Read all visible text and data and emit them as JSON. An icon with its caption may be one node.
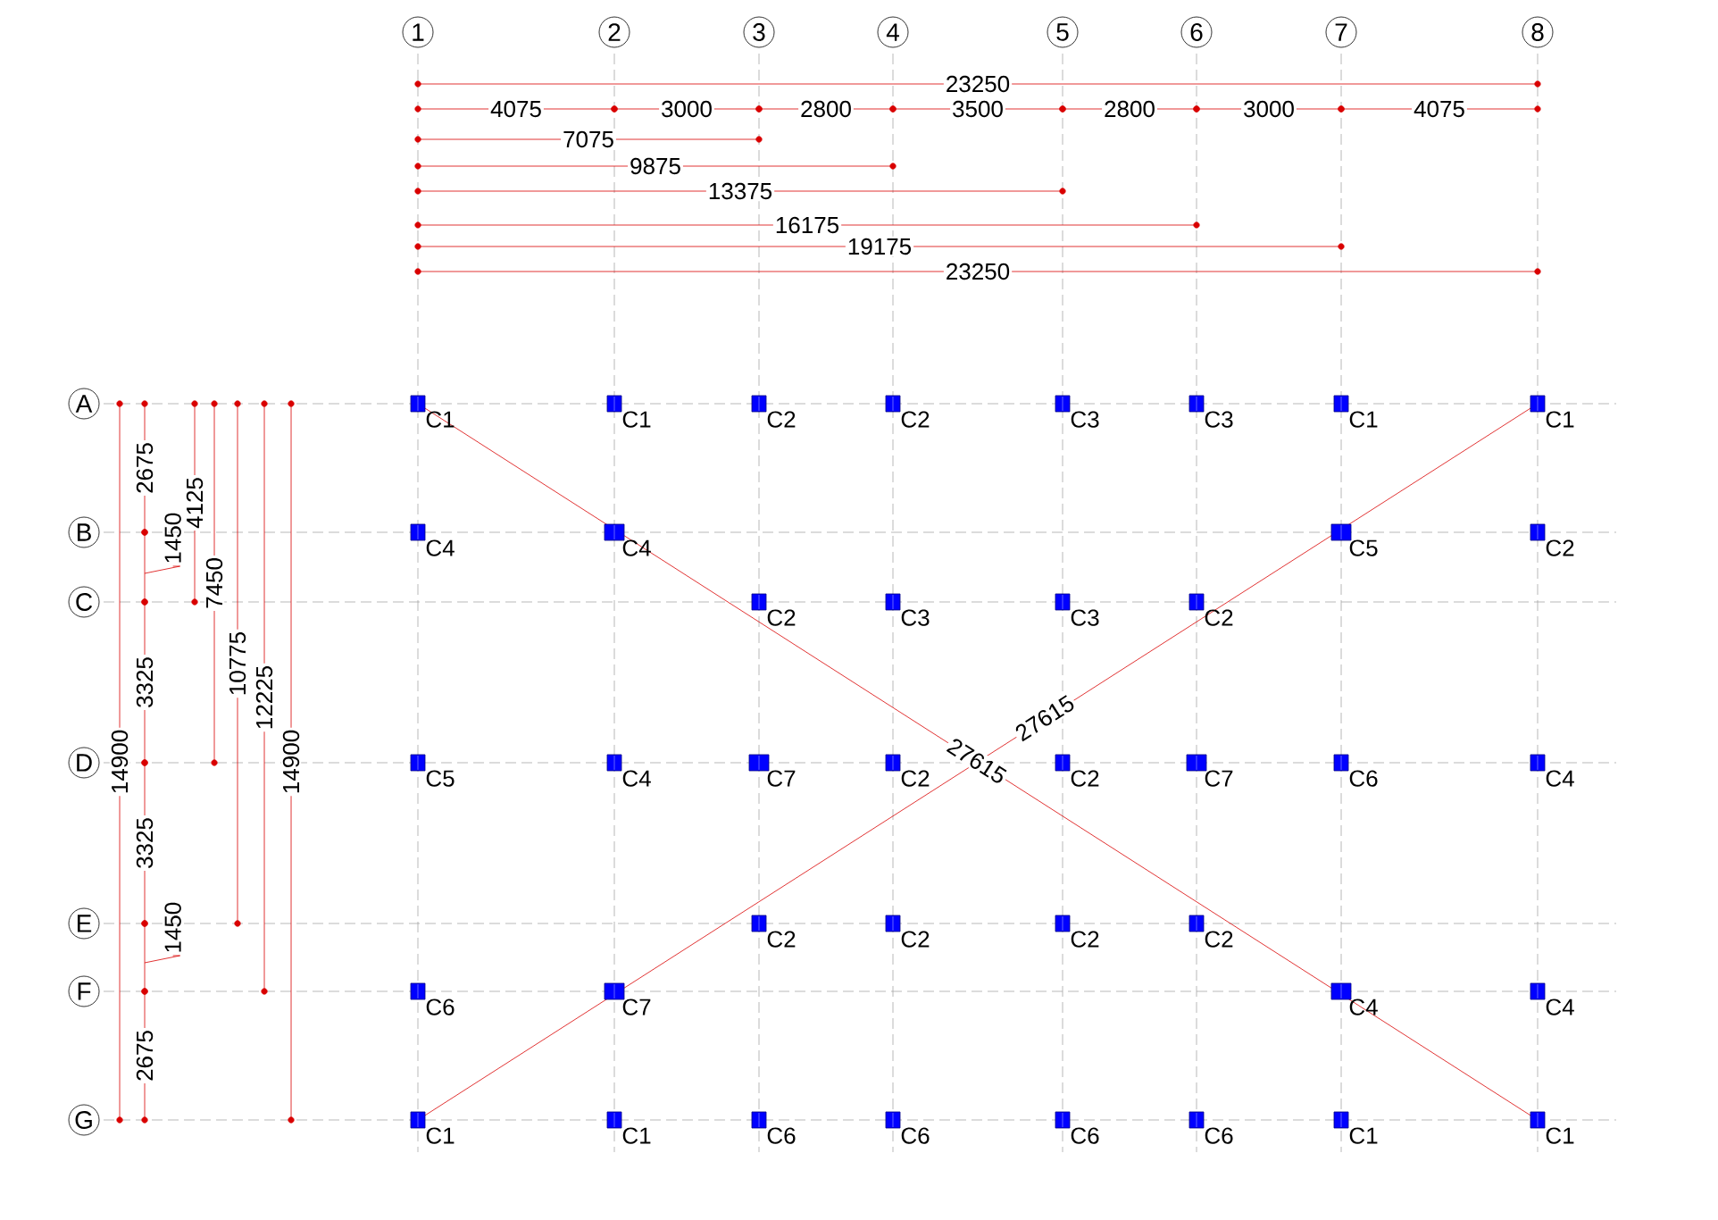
{
  "diagram": {
    "nodes": [
      {
        "text": [
          "1"
        ]
      },
      {
        "text": [
          "2"
        ]
      },
      {
        "text": [
          "3"
        ]
      },
      {
        "text": [
          "4"
        ]
      },
      {
        "text": [
          "5"
        ]
      },
      {
        "text": [
          "6"
        ]
      },
      {
        "text": [
          "7"
        ]
      },
      {
        "text": [
          "8"
        ]
      },
      {
        "text": [
          "A"
        ]
      },
      {
        "text": [
          "B"
        ]
      },
      {
        "text": [
          "C"
        ]
      },
      {
        "text": [
          "D"
        ]
      },
      {
        "text": [
          "E"
        ]
      },
      {
        "text": [
          "F"
        ]
      },
      {
        "text": [
          "G"
        ]
      },
      {
        "text": [
          "C1"
        ]
      },
      {
        "text": [
          "C1"
        ]
      },
      {
        "text": [
          "C2"
        ]
      },
      {
        "text": [
          "C2"
        ]
      },
      {
        "text": [
          "C3"
        ]
      },
      {
        "text": [
          "C3"
        ]
      },
      {
        "text": [
          "C1"
        ]
      },
      {
        "text": [
          "C1"
        ]
      },
      {
        "text": [
          "C4"
        ]
      },
      {
        "text": [
          "C4"
        ]
      },
      {
        "text": [
          "C5"
        ]
      },
      {
        "text": [
          "C2"
        ]
      },
      {
        "text": [
          "C2"
        ]
      },
      {
        "text": [
          "C3"
        ]
      },
      {
        "text": [
          "C3"
        ]
      },
      {
        "text": [
          "C2"
        ]
      },
      {
        "text": [
          "C5"
        ]
      },
      {
        "text": [
          "C4"
        ]
      },
      {
        "text": [
          "C7"
        ]
      },
      {
        "text": [
          "C2"
        ]
      },
      {
        "text": [
          "C2"
        ]
      },
      {
        "text": [
          "C7"
        ]
      },
      {
        "text": [
          "C6"
        ]
      },
      {
        "text": [
          "C4"
        ]
      },
      {
        "text": [
          "C2"
        ]
      },
      {
        "text": [
          "C2"
        ]
      },
      {
        "text": [
          "C2"
        ]
      },
      {
        "text": [
          "C2"
        ]
      },
      {
        "text": [
          "C6"
        ]
      },
      {
        "text": [
          "C7"
        ]
      },
      {
        "text": [
          "C4"
        ]
      },
      {
        "text": [
          "C4"
        ]
      },
      {
        "text": [
          "C1"
        ]
      },
      {
        "text": [
          "C1"
        ]
      },
      {
        "text": [
          "C6"
        ]
      },
      {
        "text": [
          "C6"
        ]
      },
      {
        "text": [
          "C6"
        ]
      },
      {
        "text": [
          "C6"
        ]
      },
      {
        "text": [
          "C1"
        ]
      },
      {
        "text": [
          "C1"
        ]
      },
      {
        "text": [
          "1450"
        ]
      },
      {
        "text": [
          "1450"
        ]
      }
    ],
    "edges": [
      {
        "from": 55,
        "to": null,
        "arrow": "none"
      },
      {
        "from": 56,
        "to": null,
        "arrow": "none"
      }
    ],
    "labels": [
      "23250",
      "4075",
      "3000",
      "2800",
      "3500",
      "2800",
      "3000",
      "4075",
      "7075",
      "9875",
      "13375",
      "16175",
      "19175",
      "23250",
      "14900",
      "2675",
      "3325",
      "3325",
      "2675",
      "4125",
      "7450",
      "10775",
      "12225",
      "14900",
      "27615",
      "27615"
    ]
  }
}
